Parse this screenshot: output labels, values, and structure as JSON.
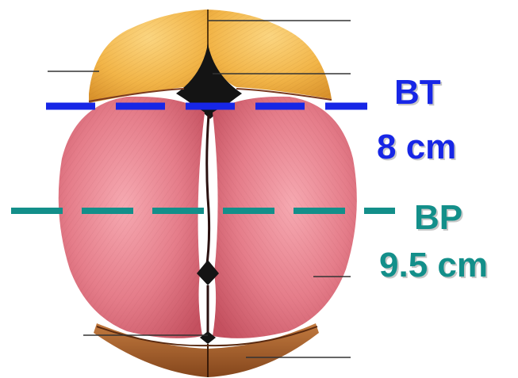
{
  "colors": {
    "bt_line": "#1726e6",
    "bp_line": "#138f8a",
    "frontal_bone": "#f2b548",
    "parietal_bone": "#e0707e",
    "occipital_bone": "#a7602f",
    "fontanelle": "#141414",
    "leader_line": "#333333"
  },
  "labels": {
    "bt_name": "BT",
    "bt_value": "8 cm",
    "bp_name": "BP",
    "bp_value": "9.5 cm"
  },
  "icons": {
    "skull": "fetal-skull-superior-view"
  }
}
